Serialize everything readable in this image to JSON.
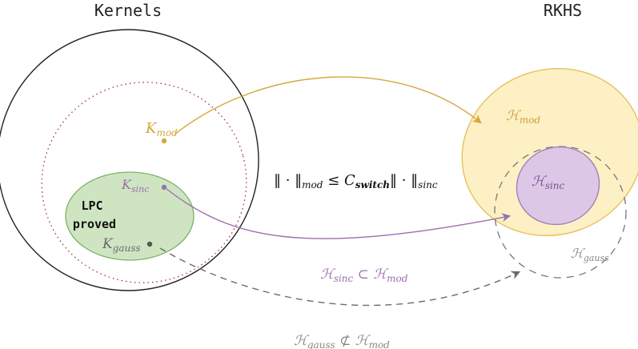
{
  "titles": {
    "kernels": "Kernels",
    "rkhs": "RKHS"
  },
  "kernels": {
    "k_mod": {
      "base": "K",
      "sub": "mod"
    },
    "k_sinc": {
      "base": "K",
      "sub": "sinc"
    },
    "k_gauss": {
      "base": "K",
      "sub": "gauss"
    },
    "lpc_line1": "LPC",
    "lpc_line2": "proved"
  },
  "spaces": {
    "h_mod": {
      "base": "ℋ",
      "sub": "mod"
    },
    "h_sinc": {
      "base": "ℋ",
      "sub": "sinc"
    },
    "h_gauss": {
      "base": "ℋ",
      "sub": "gauss"
    }
  },
  "relations": {
    "norm_part1": "‖ · ‖",
    "norm_sub1": "mod",
    "norm_part2": " ≤ ",
    "norm_const": "C",
    "norm_const_sub": "switch",
    "norm_part3": "‖ · ‖",
    "norm_sub2": "sinc",
    "inclusion_left": {
      "base": "ℋ",
      "sub": "sinc"
    },
    "inclusion_op": " ⊂ ",
    "inclusion_right": {
      "base": "ℋ",
      "sub": "mod"
    },
    "non_inclusion_left": {
      "base": "ℋ",
      "sub": "gauss"
    },
    "non_inclusion_op": " ⊄ ",
    "non_inclusion_right": {
      "base": "ℋ",
      "sub": "mod"
    }
  },
  "colors": {
    "mod": "#d4a93a",
    "sinc": "#9b6fb0",
    "gauss": "#6b6b6b",
    "lpc_fill": "#cfe5c2",
    "lpc_stroke": "#7fb06a",
    "hmod_fill": "#fdf0c4",
    "hmod_stroke": "#e5c35c",
    "hsinc_fill": "#dcc8e6",
    "hsinc_stroke": "#a27fb7",
    "dotted": "#a52a4a"
  }
}
